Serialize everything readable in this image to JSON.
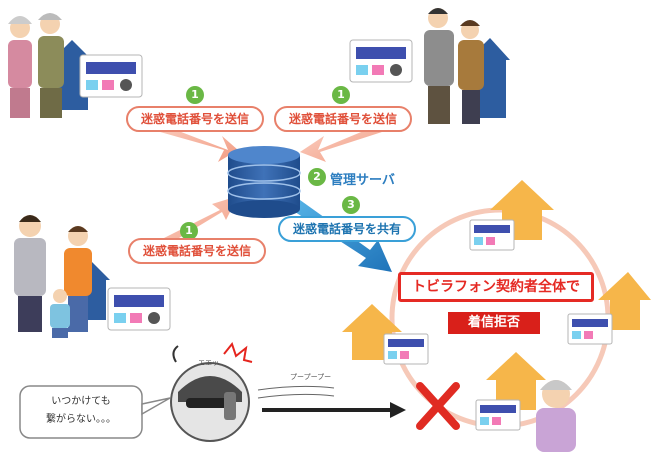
{
  "steps": {
    "n1": "1",
    "n2": "2",
    "n3": "3"
  },
  "labels": {
    "send_left": "迷惑電話番号を送信",
    "send_right": "迷惑電話番号を送信",
    "send_bottom": "迷惑電話番号を送信",
    "server": "管理サーバ",
    "share": "迷惑電話番号を共有",
    "banner": "トビラフォン契約者全体で",
    "reject": "着信拒否",
    "bubble_line1": "いつかけても",
    "bubble_line2": "繋がらない。。。",
    "surprise": "エエッ",
    "busy": "プープープー"
  },
  "colors": {
    "send_border": "#e8806a",
    "share_border": "#3aa0d8",
    "server": "#2a4f8f",
    "reject_red": "#d9201a",
    "house": "#f6b64a",
    "step_green": "#6ab845"
  },
  "icons": [
    "database-icon",
    "house-icon",
    "phone-device-icon",
    "cross-icon",
    "person-icon",
    "arrow-icon"
  ]
}
